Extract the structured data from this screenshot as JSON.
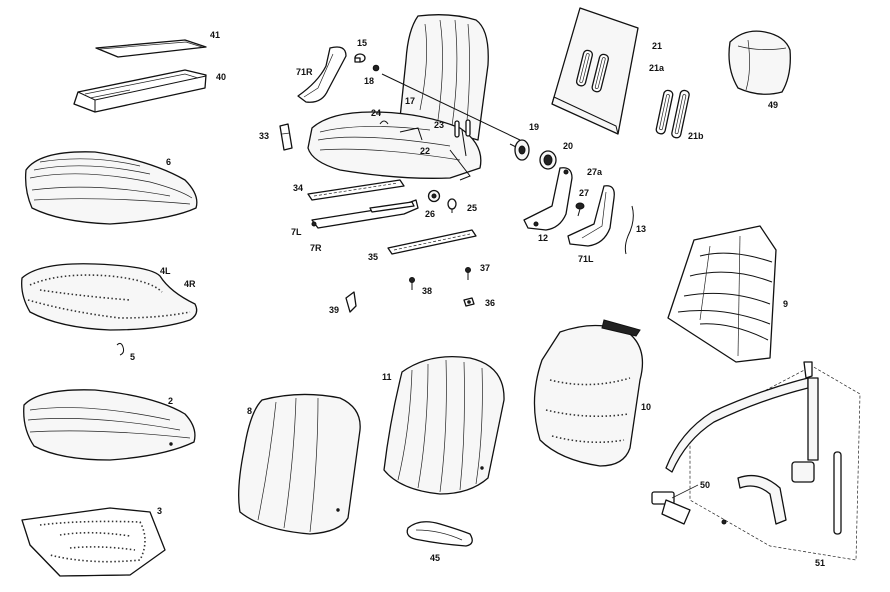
{
  "labels": {
    "l41": "41",
    "l40": "40",
    "l6": "6",
    "l4L": "4L",
    "l4R": "4R",
    "l5": "5",
    "l2": "2",
    "l3": "3",
    "l71R": "71R",
    "l15": "15",
    "l18": "18",
    "l17": "17",
    "l24": "24",
    "l33": "33",
    "l23": "23",
    "l22": "22",
    "l19": "19",
    "l20": "20",
    "l21": "21",
    "l21a": "21a",
    "l21b": "21b",
    "l49": "49",
    "l34": "34",
    "l26": "26",
    "l25": "25",
    "l27a": "27a",
    "l27": "27",
    "l12": "12",
    "l13": "13",
    "l71L": "71L",
    "l7L": "7L",
    "l7R": "7R",
    "l35": "35",
    "l37": "37",
    "l38": "38",
    "l36": "36",
    "l39": "39",
    "l9": "9",
    "l11": "11",
    "l8": "8",
    "l10": "10",
    "l45": "45",
    "l50": "50",
    "l51": "51"
  }
}
